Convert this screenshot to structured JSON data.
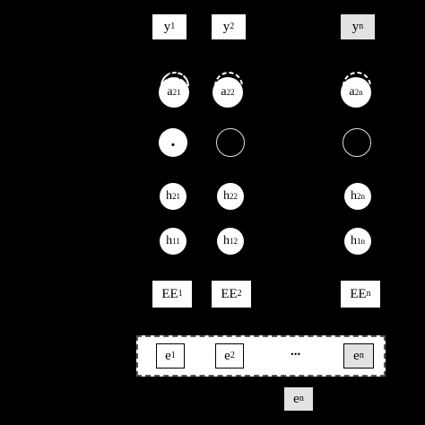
{
  "outputs": [
    {
      "base": "y",
      "sub": "1"
    },
    {
      "base": "y",
      "sub": "2"
    },
    {
      "base": "y",
      "sub": "n"
    }
  ],
  "attention": [
    {
      "base": "a",
      "sub": "21"
    },
    {
      "base": "a",
      "sub": "22"
    },
    {
      "base": "a",
      "sub": "2n"
    }
  ],
  "middle_row": {
    "dot": "."
  },
  "hidden_layer_2": [
    {
      "base": "h",
      "sub": "21"
    },
    {
      "base": "h",
      "sub": "22"
    },
    {
      "base": "h",
      "sub": "2n"
    }
  ],
  "hidden_layer_1": [
    {
      "base": "h",
      "sub": "11"
    },
    {
      "base": "h",
      "sub": "12"
    },
    {
      "base": "h",
      "sub": "1n"
    }
  ],
  "encoders": [
    {
      "base": "EE",
      "sub": "1"
    },
    {
      "base": "EE",
      "sub": "2"
    },
    {
      "base": "EE",
      "sub": "n"
    }
  ],
  "embeddings": {
    "items": [
      {
        "base": "e",
        "sub": "1"
      },
      {
        "base": "e",
        "sub": "2"
      },
      {
        "base": "e",
        "sub": "n"
      }
    ],
    "ellipsis": "..."
  },
  "input": {
    "base": "e",
    "sub": "n"
  },
  "colors": {
    "background": "#000000",
    "white": "#ffffff",
    "highlight_gray": "#e2e2e2",
    "dashed_border": "#555555"
  }
}
